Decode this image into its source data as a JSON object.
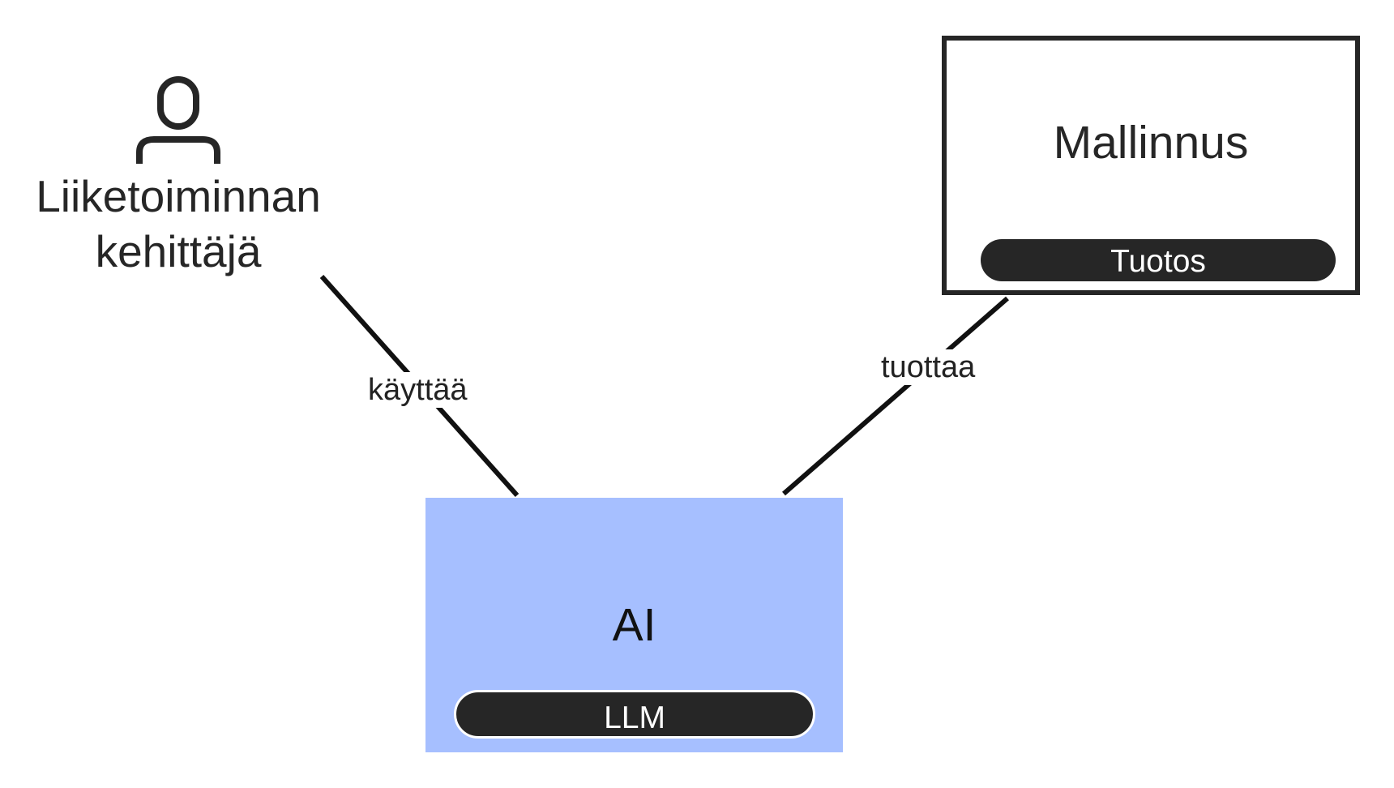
{
  "actor": {
    "icon": "person-icon",
    "label_line1": "Liiketoiminnan",
    "label_line2": "kehittäjä"
  },
  "nodes": {
    "output": {
      "title": "Mallinnus",
      "tag": "Tuotos"
    },
    "ai": {
      "title": "AI",
      "tag": "LLM",
      "color": "#a6bfff"
    }
  },
  "edges": {
    "uses": {
      "label": "käyttää"
    },
    "produces": {
      "label": "tuottaa"
    }
  },
  "colors": {
    "outline": "#262626",
    "tag_background": "#262626",
    "ai_fill": "#a6bfff"
  }
}
